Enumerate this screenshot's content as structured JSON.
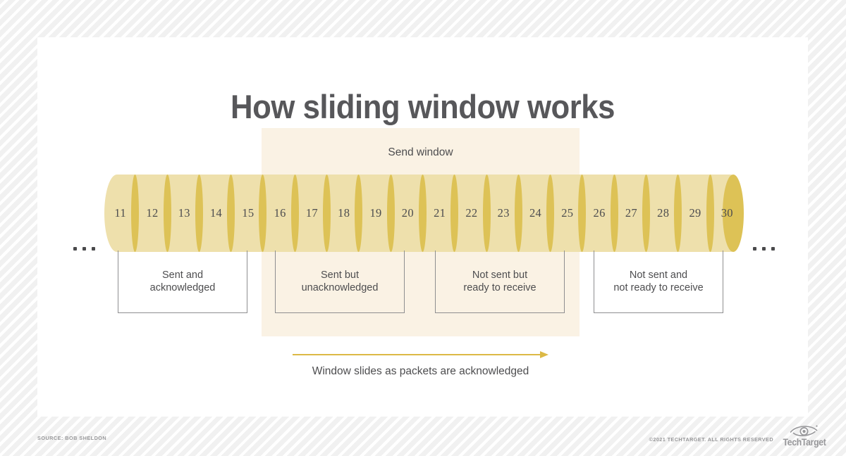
{
  "graphic": {
    "title": "How sliding window works",
    "window_label": "Send window",
    "slide_caption": "Window slides as packets are acknowledged",
    "ellipsis_left": "...",
    "ellipsis_right": "..."
  },
  "packets": {
    "numbers": [
      "11",
      "12",
      "13",
      "14",
      "15",
      "16",
      "17",
      "18",
      "19",
      "20",
      "21",
      "22",
      "23",
      "24",
      "25",
      "26",
      "27",
      "28",
      "29",
      "30"
    ]
  },
  "captions": [
    {
      "line1": "Sent and",
      "line2": "acknowledged"
    },
    {
      "line1": "Sent but",
      "line2": "unacknowledged"
    },
    {
      "line1": "Not sent but",
      "line2": "ready to receive"
    },
    {
      "line1": "Not sent and",
      "line2": "not ready to receive"
    }
  ],
  "footer": {
    "source": "SOURCE: BOB SHELDON",
    "copyright": "©2021 TECHTARGET. ALL RIGHTS RESERVED",
    "logo_wordmark": "TechTarget"
  },
  "colors": {
    "packet_body": "#eee0ac",
    "packet_divider": "#ddc256",
    "window_panel": "#faf2e4",
    "arrow": "#dcb945",
    "text": "#4d4d4f",
    "title_text": "#57575a",
    "card": "#ffffff"
  }
}
